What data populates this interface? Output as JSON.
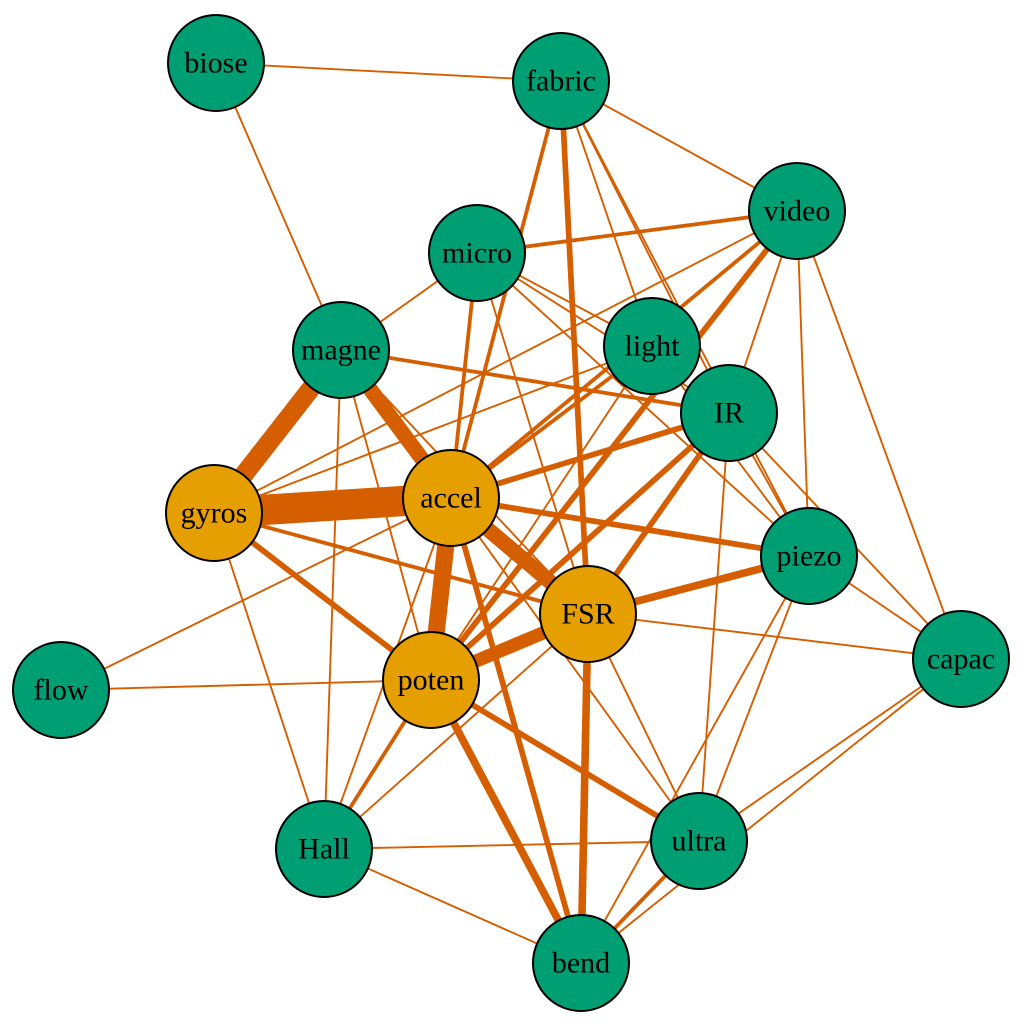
{
  "colors": {
    "edge": "#D55E00",
    "node_primary": "#E69F00",
    "node_secondary": "#009E73",
    "node_stroke": "#000000"
  },
  "nodes": [
    {
      "id": "biose",
      "label": "biose",
      "group": "secondary"
    },
    {
      "id": "fabric",
      "label": "fabric",
      "group": "secondary"
    },
    {
      "id": "video",
      "label": "video",
      "group": "secondary"
    },
    {
      "id": "micro",
      "label": "micro",
      "group": "secondary"
    },
    {
      "id": "light",
      "label": "light",
      "group": "secondary"
    },
    {
      "id": "magne",
      "label": "magne",
      "group": "secondary"
    },
    {
      "id": "IR",
      "label": "IR",
      "group": "secondary"
    },
    {
      "id": "gyros",
      "label": "gyros",
      "group": "primary"
    },
    {
      "id": "accel",
      "label": "accel",
      "group": "primary"
    },
    {
      "id": "piezo",
      "label": "piezo",
      "group": "secondary"
    },
    {
      "id": "FSR",
      "label": "FSR",
      "group": "primary"
    },
    {
      "id": "capac",
      "label": "capac",
      "group": "secondary"
    },
    {
      "id": "flow",
      "label": "flow",
      "group": "secondary"
    },
    {
      "id": "poten",
      "label": "poten",
      "group": "primary"
    },
    {
      "id": "Hall",
      "label": "Hall",
      "group": "secondary"
    },
    {
      "id": "ultra",
      "label": "ultra",
      "group": "secondary"
    },
    {
      "id": "bend",
      "label": "bend",
      "group": "secondary"
    }
  ],
  "edges": [
    {
      "source": "biose",
      "target": "fabric",
      "weight": 1
    },
    {
      "source": "biose",
      "target": "magne",
      "weight": 1
    },
    {
      "source": "fabric",
      "target": "video",
      "weight": 1
    },
    {
      "source": "fabric",
      "target": "accel",
      "weight": 2
    },
    {
      "source": "fabric",
      "target": "FSR",
      "weight": 3
    },
    {
      "source": "fabric",
      "target": "light",
      "weight": 1
    },
    {
      "source": "fabric",
      "target": "IR",
      "weight": 1
    },
    {
      "source": "fabric",
      "target": "piezo",
      "weight": 1
    },
    {
      "source": "video",
      "target": "micro",
      "weight": 2
    },
    {
      "source": "video",
      "target": "accel",
      "weight": 2
    },
    {
      "source": "video",
      "target": "poten",
      "weight": 3
    },
    {
      "source": "video",
      "target": "IR",
      "weight": 1
    },
    {
      "source": "video",
      "target": "piezo",
      "weight": 1
    },
    {
      "source": "video",
      "target": "capac",
      "weight": 1
    },
    {
      "source": "video",
      "target": "gyros",
      "weight": 1
    },
    {
      "source": "micro",
      "target": "magne",
      "weight": 1
    },
    {
      "source": "micro",
      "target": "accel",
      "weight": 2
    },
    {
      "source": "micro",
      "target": "poten",
      "weight": 1
    },
    {
      "source": "micro",
      "target": "FSR",
      "weight": 1
    },
    {
      "source": "micro",
      "target": "IR",
      "weight": 1
    },
    {
      "source": "micro",
      "target": "light",
      "weight": 1
    },
    {
      "source": "micro",
      "target": "piezo",
      "weight": 1
    },
    {
      "source": "light",
      "target": "accel",
      "weight": 2
    },
    {
      "source": "light",
      "target": "poten",
      "weight": 1
    },
    {
      "source": "light",
      "target": "gyros",
      "weight": 1
    },
    {
      "source": "light",
      "target": "piezo",
      "weight": 1
    },
    {
      "source": "magne",
      "target": "gyros",
      "weight": 10
    },
    {
      "source": "magne",
      "target": "accel",
      "weight": 8
    },
    {
      "source": "magne",
      "target": "IR",
      "weight": 2
    },
    {
      "source": "magne",
      "target": "poten",
      "weight": 1
    },
    {
      "source": "magne",
      "target": "Hall",
      "weight": 1
    },
    {
      "source": "magne",
      "target": "FSR",
      "weight": 1
    },
    {
      "source": "IR",
      "target": "accel",
      "weight": 3
    },
    {
      "source": "IR",
      "target": "FSR",
      "weight": 3
    },
    {
      "source": "IR",
      "target": "poten",
      "weight": 3
    },
    {
      "source": "IR",
      "target": "piezo",
      "weight": 1
    },
    {
      "source": "IR",
      "target": "capac",
      "weight": 1
    },
    {
      "source": "IR",
      "target": "ultra",
      "weight": 1
    },
    {
      "source": "gyros",
      "target": "accel",
      "weight": 16
    },
    {
      "source": "gyros",
      "target": "FSR",
      "weight": 2
    },
    {
      "source": "gyros",
      "target": "poten",
      "weight": 3
    },
    {
      "source": "gyros",
      "target": "Hall",
      "weight": 1
    },
    {
      "source": "accel",
      "target": "FSR",
      "weight": 8
    },
    {
      "source": "accel",
      "target": "poten",
      "weight": 9
    },
    {
      "source": "accel",
      "target": "piezo",
      "weight": 3
    },
    {
      "source": "accel",
      "target": "bend",
      "weight": 3
    },
    {
      "source": "accel",
      "target": "ultra",
      "weight": 1
    },
    {
      "source": "accel",
      "target": "flow",
      "weight": 1
    },
    {
      "source": "accel",
      "target": "Hall",
      "weight": 1
    },
    {
      "source": "FSR",
      "target": "poten",
      "weight": 7
    },
    {
      "source": "FSR",
      "target": "piezo",
      "weight": 4
    },
    {
      "source": "FSR",
      "target": "capac",
      "weight": 1
    },
    {
      "source": "FSR",
      "target": "bend",
      "weight": 4
    },
    {
      "source": "FSR",
      "target": "ultra",
      "weight": 1
    },
    {
      "source": "FSR",
      "target": "Hall",
      "weight": 1
    },
    {
      "source": "piezo",
      "target": "capac",
      "weight": 1
    },
    {
      "source": "piezo",
      "target": "ultra",
      "weight": 1
    },
    {
      "source": "piezo",
      "target": "bend",
      "weight": 1
    },
    {
      "source": "capac",
      "target": "ultra",
      "weight": 1
    },
    {
      "source": "flow",
      "target": "poten",
      "weight": 1
    },
    {
      "source": "poten",
      "target": "Hall",
      "weight": 2
    },
    {
      "source": "poten",
      "target": "ultra",
      "weight": 3
    },
    {
      "source": "poten",
      "target": "bend",
      "weight": 4
    },
    {
      "source": "Hall",
      "target": "ultra",
      "weight": 1
    },
    {
      "source": "Hall",
      "target": "bend",
      "weight": 1
    },
    {
      "source": "ultra",
      "target": "bend",
      "weight": 2
    },
    {
      "source": "capac",
      "target": "bend",
      "weight": 1
    }
  ]
}
